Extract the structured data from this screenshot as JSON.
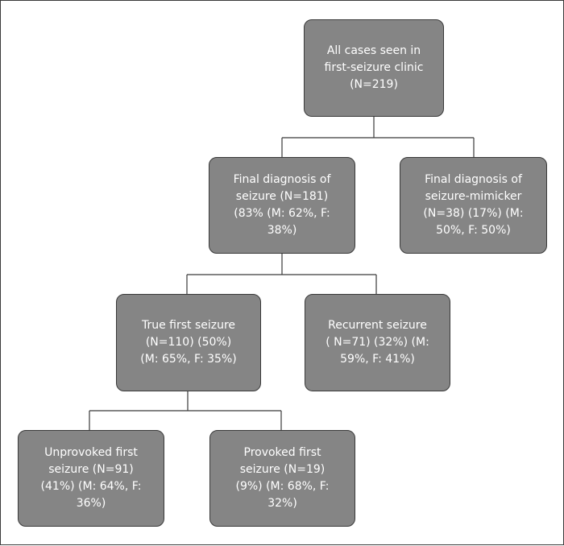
{
  "diagram": {
    "nodes": {
      "all_cases": {
        "lines": [
          "All cases seen in",
          "first-seizure clinic",
          "(N=219)"
        ]
      },
      "seizure": {
        "lines": [
          "Final diagnosis of",
          "seizure (N=181)",
          "(83% (M: 62%, F:",
          "38%)"
        ]
      },
      "mimicker": {
        "lines": [
          "Final diagnosis of",
          "seizure-mimicker",
          "(N=38) (17%) (M:",
          "50%, F: 50%)"
        ]
      },
      "true_first": {
        "lines": [
          "True first seizure",
          "(N=110) (50%)",
          "(M: 65%, F: 35%)"
        ]
      },
      "recurrent": {
        "lines": [
          "Recurrent seizure",
          "( N=71) (32%) (M:",
          "59%, F: 41%)"
        ]
      },
      "unprovoked": {
        "lines": [
          "Unprovoked first",
          "seizure (N=91)",
          "(41%) (M: 64%, F:",
          "36%)"
        ]
      },
      "provoked": {
        "lines": [
          "Provoked first",
          "seizure (N=19)",
          "(9%) (M: 68%, F:",
          "32%)"
        ]
      }
    },
    "edges": [
      {
        "from": "all_cases",
        "to": "seizure"
      },
      {
        "from": "all_cases",
        "to": "mimicker"
      },
      {
        "from": "seizure",
        "to": "true_first"
      },
      {
        "from": "seizure",
        "to": "recurrent"
      },
      {
        "from": "true_first",
        "to": "unprovoked"
      },
      {
        "from": "true_first",
        "to": "provoked"
      }
    ]
  }
}
